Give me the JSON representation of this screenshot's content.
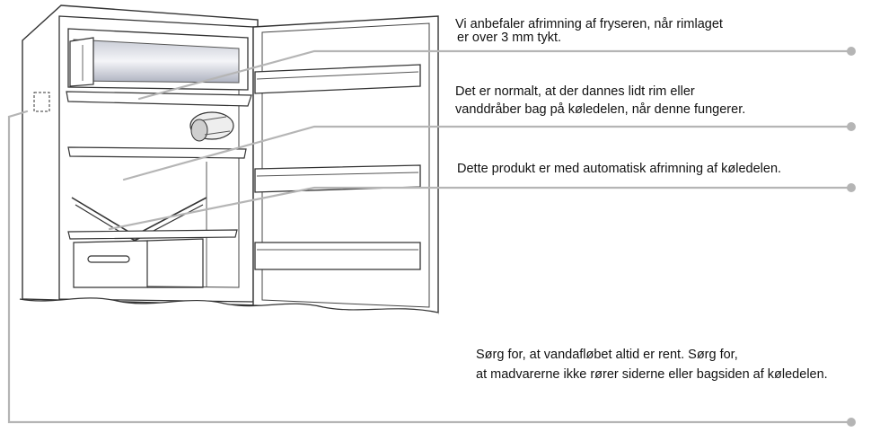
{
  "notes": {
    "freezer_defrost_line1": "Vi anbefaler afrimning af fryseren, når rimlaget",
    "freezer_defrost_line2": "er over 3 mm tykt.",
    "frost_droplets_line1": "Det er normalt, at der dannes lidt rim eller",
    "frost_droplets_line2": "vanddråber bag på køledelen, når denne fungerer.",
    "auto_defrost": "Dette produkt er med automatisk afrimning af køledelen.",
    "drain_line1": "Sørg for, at vandafløbet altid er rent. Sørg for,",
    "drain_line2": "at madvarerne ikke rører siderne eller bagsiden af køledelen."
  },
  "colors": {
    "outline": "#333333",
    "leader_line": "#b5b5b5",
    "text": "#111111"
  }
}
